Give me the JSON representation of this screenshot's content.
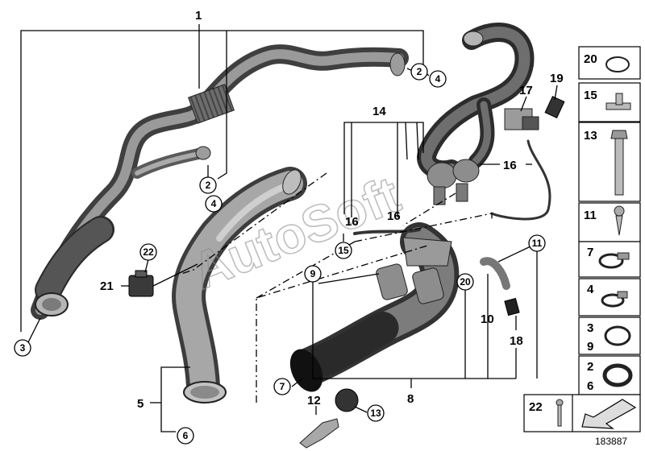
{
  "diagram": {
    "figure_number": "183887",
    "watermark": "AutoSoft",
    "labels": {
      "n1": "1",
      "n2a": "2",
      "n4a": "4",
      "n2b": "2",
      "n4b": "4",
      "n3": "3",
      "n5": "5",
      "n6": "6",
      "n7": "7",
      "n8": "8",
      "n9": "9",
      "n10": "10",
      "n11": "11",
      "n12": "12",
      "n13": "13",
      "n14": "14",
      "n15": "15",
      "n16a": "16",
      "n16b": "16",
      "n16c": "16",
      "n17": "17",
      "n18": "18",
      "n19": "19",
      "n20": "20",
      "n21": "21",
      "n22": "22"
    },
    "side_panel": [
      {
        "top": "20",
        "bottom": "",
        "part": "o-ring"
      },
      {
        "top": "15",
        "bottom": "",
        "part": "t-connector"
      },
      {
        "top": "13",
        "bottom": "",
        "part": "hex-bolt"
      },
      {
        "top": "11",
        "bottom": "",
        "part": "screw"
      },
      {
        "top": "7",
        "bottom": "",
        "part": "hose-clamp"
      },
      {
        "top": "4",
        "bottom": "",
        "part": "hose-clamp-small"
      },
      {
        "top": "3",
        "bottom": "9",
        "part": "seal-ring"
      },
      {
        "top": "2",
        "bottom": "6",
        "part": "seal-ring-thick"
      }
    ],
    "bottom_panel": {
      "label": "22",
      "part": "screw-and-arrow"
    }
  }
}
